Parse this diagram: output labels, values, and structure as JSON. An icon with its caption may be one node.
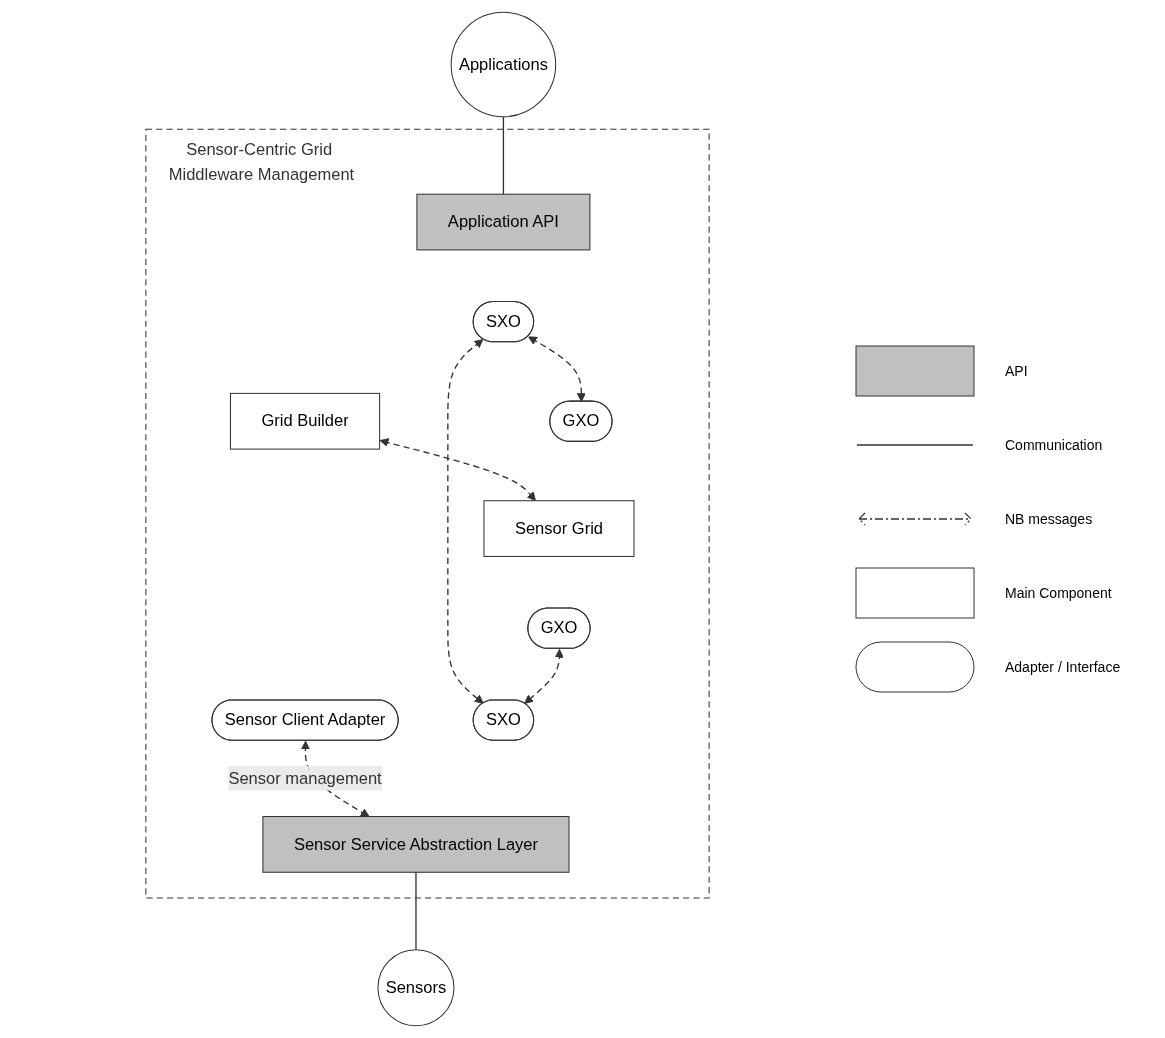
{
  "diagram": {
    "nodes": [
      {
        "text": [
          "Applications"
        ]
      },
      {
        "text": [
          "Sensor-Centric Grid Middleware Management"
        ]
      },
      {
        "text": [
          "Application API"
        ],
        "in": 1
      },
      {
        "text": [
          "SXO"
        ],
        "in": 1
      },
      {
        "text": [
          "Grid Builder"
        ],
        "in": 1
      },
      {
        "text": [
          "Sensor Client Adapter"
        ],
        "in": 1
      },
      {
        "text": [
          "Sensor Grid"
        ],
        "in": 1
      },
      {
        "text": [
          "GXO"
        ],
        "in": 1
      },
      {
        "text": [
          "GXO"
        ],
        "in": 1
      },
      {
        "text": [
          "SXO"
        ],
        "in": 1
      },
      {
        "text": [
          "Sensor Service Abstraction Layer"
        ],
        "in": 1
      },
      {
        "text": [
          "Sensors"
        ]
      }
    ],
    "edges": [
      {
        "from": 0,
        "to": 2,
        "arrow": "none"
      },
      {
        "from": 3,
        "to": 7,
        "arrow": "both",
        "style": "dashed"
      },
      {
        "from": 4,
        "to": 6,
        "arrow": "both",
        "style": "dashed"
      },
      {
        "from": 3,
        "to": 9,
        "arrow": "both",
        "style": "dashed"
      },
      {
        "from": 8,
        "to": 9,
        "arrow": "both",
        "style": "dashed"
      },
      {
        "from": 5,
        "to": 10,
        "arrow": "both",
        "style": "dashed",
        "label": "Sensor management"
      },
      {
        "from": 10,
        "to": 11,
        "arrow": "none"
      }
    ],
    "legend": [
      {
        "text": "API",
        "color": "#c0c0c0"
      },
      {
        "text": "Communication"
      },
      {
        "text": "NB messages"
      },
      {
        "text": "Main Component",
        "color": "#ffffff"
      },
      {
        "text": "Adapter / Interface",
        "color": "#ffffff"
      }
    ]
  }
}
